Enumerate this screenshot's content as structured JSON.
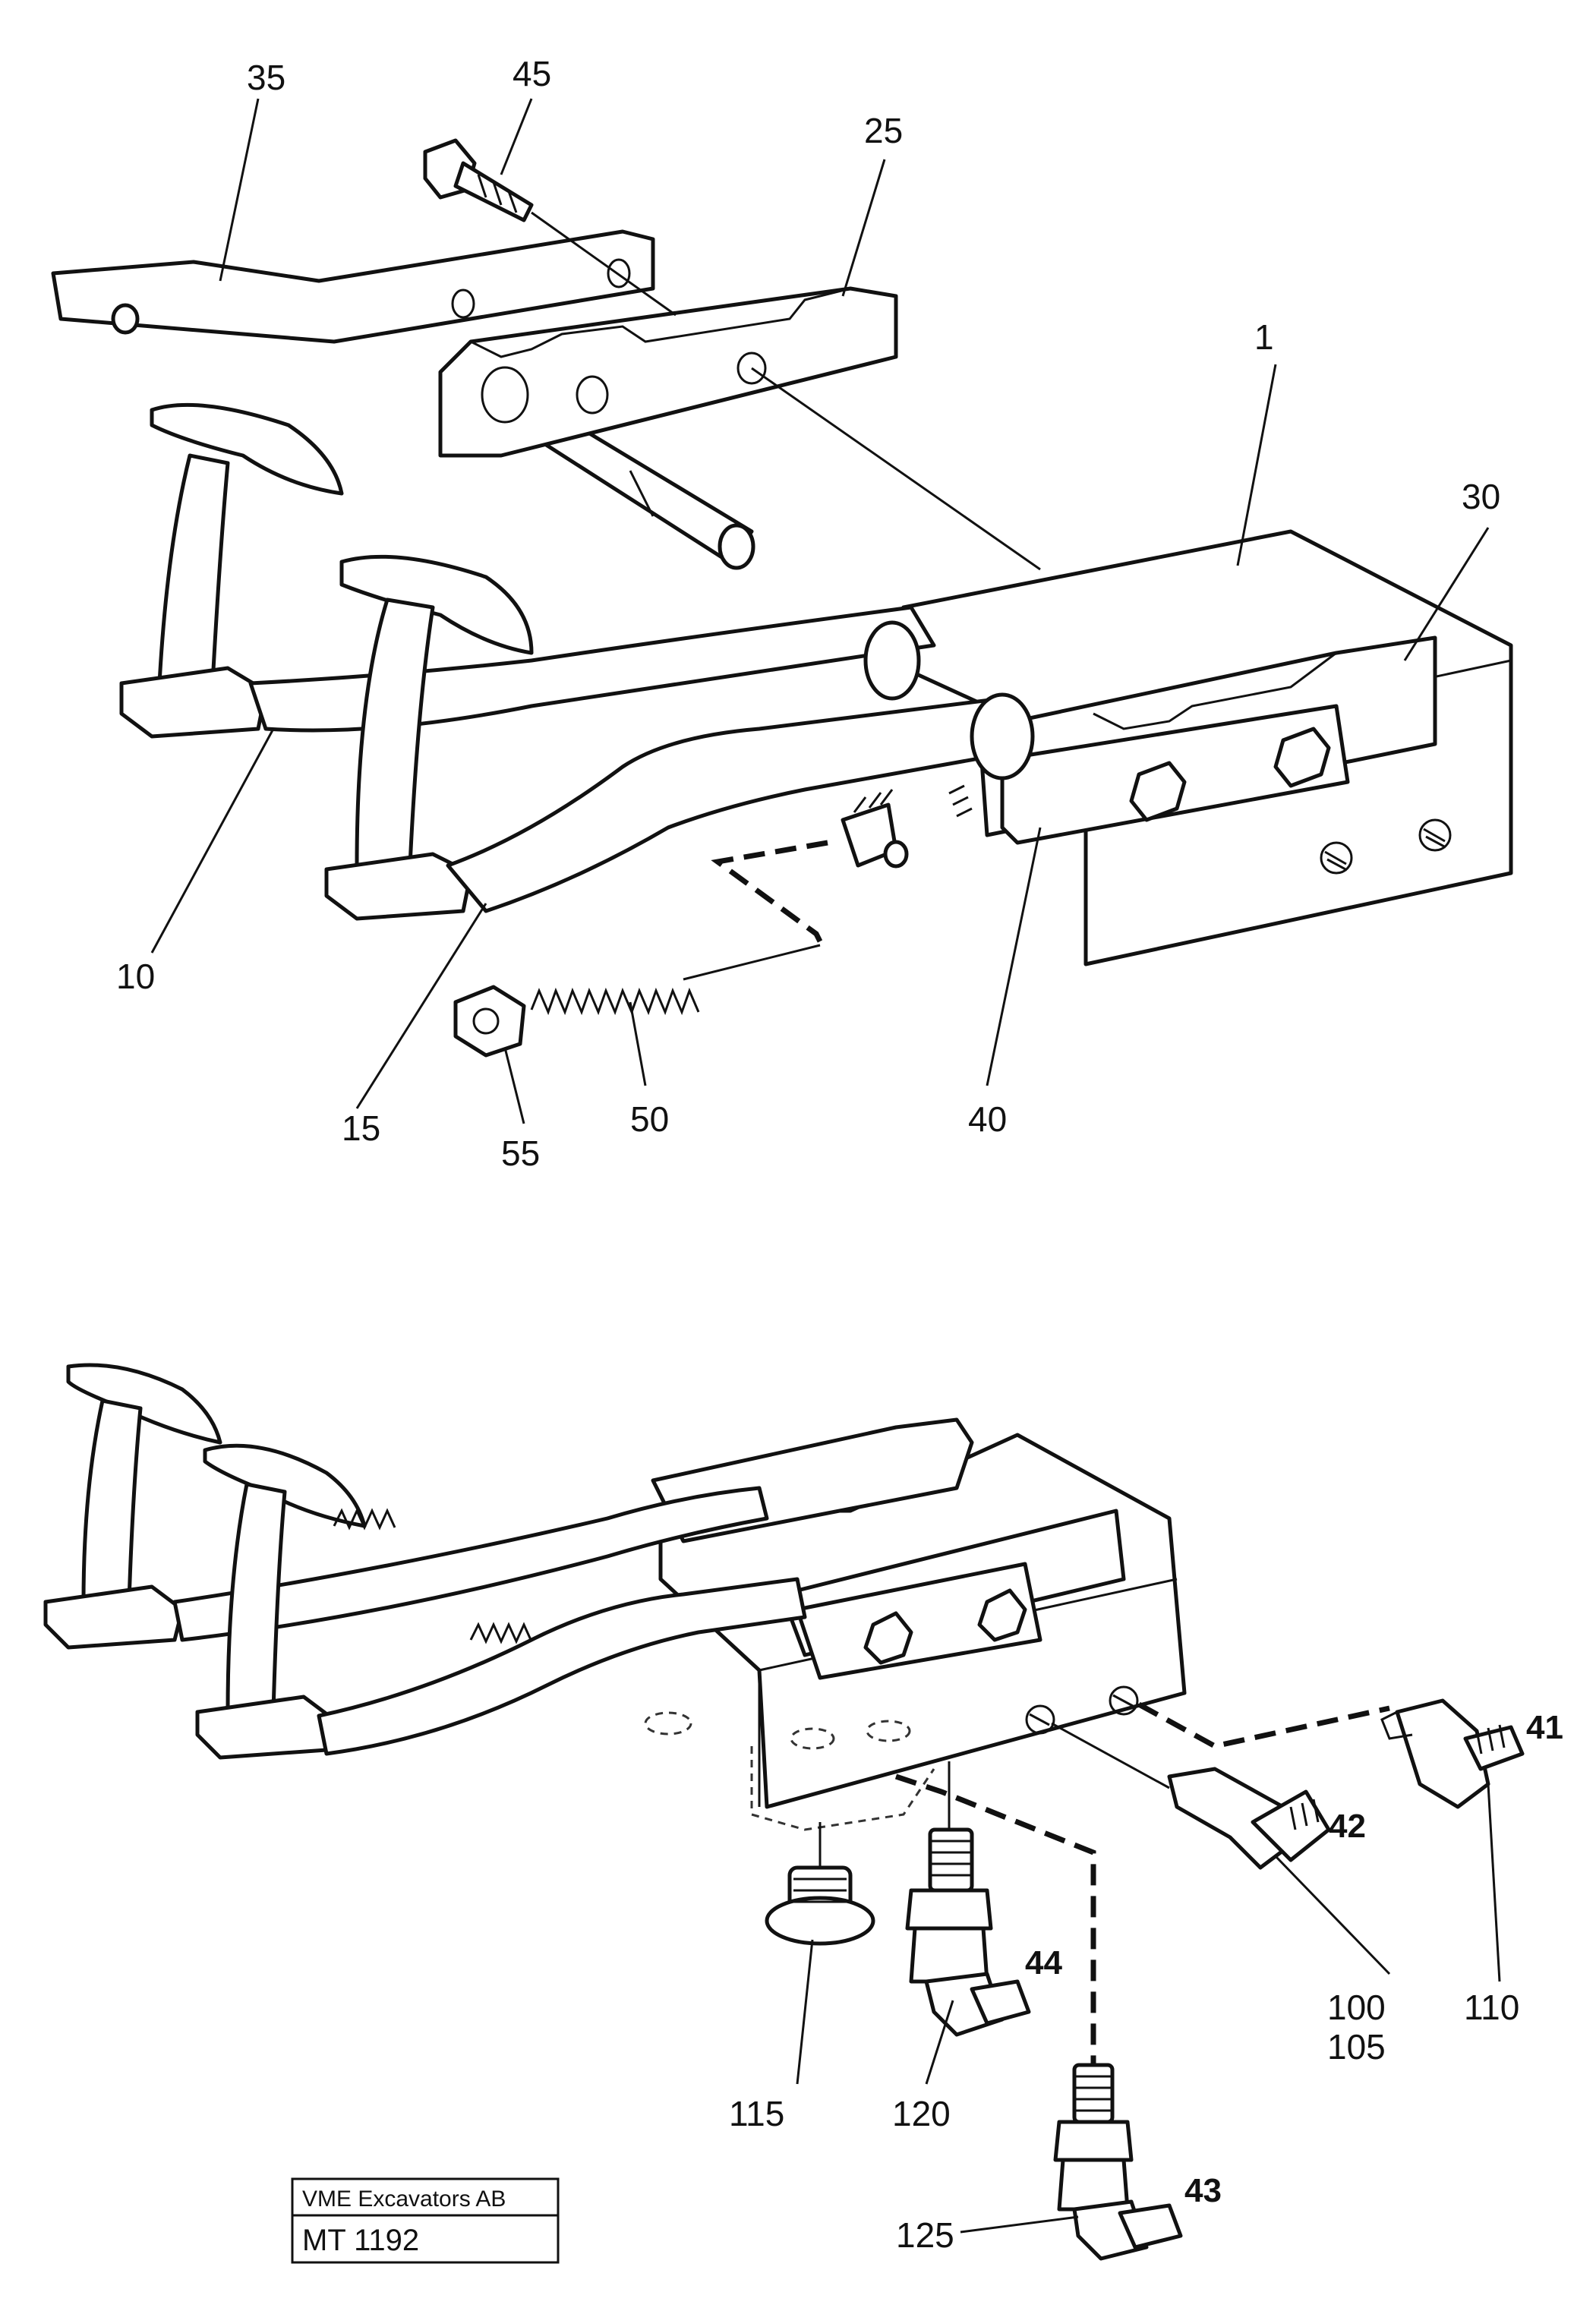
{
  "labels": {
    "l35": "35",
    "l45": "45",
    "l25": "25",
    "l1": "1",
    "l30": "30",
    "l10": "10",
    "l15": "15",
    "l55": "55",
    "l50": "50",
    "l40": "40",
    "l41": "41",
    "l42": "42",
    "l44": "44",
    "l43": "43",
    "l100": "100",
    "l105": "105",
    "l110": "110",
    "l115": "115",
    "l120": "120",
    "l125": "125"
  },
  "title_block": {
    "company": "VME Excavators AB",
    "drawing_no": "MT 1192"
  }
}
